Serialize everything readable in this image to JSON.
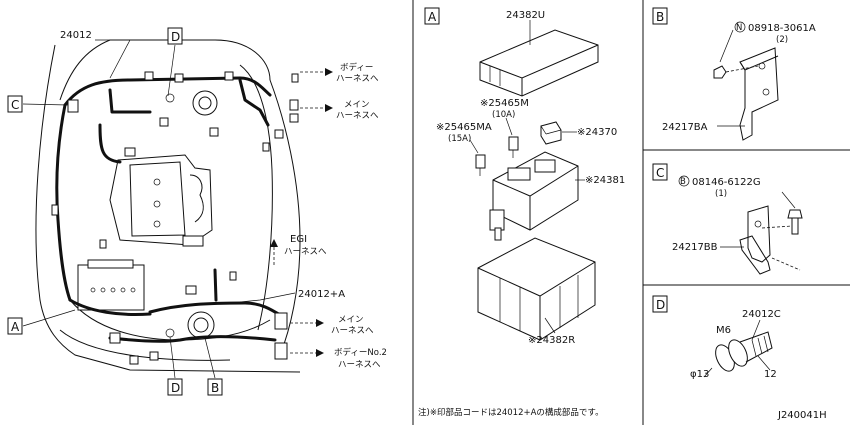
{
  "diagram": {
    "main": {
      "part_number": "24012",
      "part_number_2": "24012+A",
      "callouts": {
        "A": "A",
        "B": "B",
        "C": "C",
        "D": "D",
        "D2": "D"
      },
      "connections": {
        "body_top": "ボディー",
        "body_top_2": "ハーネスへ",
        "main_top": "メイン",
        "main_top_2": "ハーネスへ",
        "egi": "EGI",
        "egi_2": "ハーネスへ",
        "main_bottom": "メイン",
        "main_bottom_2": "ハーネスへ",
        "body_no2": "ボディーNo.2",
        "body_no2_2": "ハーネスへ"
      }
    },
    "panel_a": {
      "tag": "A",
      "parts": {
        "cover": "24382U",
        "fuse_10a": "※25465M",
        "fuse_10a_rating": "(10A)",
        "fuse_15a": "※25465MA",
        "fuse_15a_rating": "(15A)",
        "relay": "※24370",
        "fuse_block": "※24381",
        "bracket": "※24382R"
      },
      "note": "注)※印部品コードは24012+Aの構成部品です。"
    },
    "panel_b": {
      "tag": "B",
      "nut_symbol": "N",
      "nut_part": "08918-3061A",
      "nut_qty": "(2)",
      "bracket": "24217BA"
    },
    "panel_c": {
      "tag": "C",
      "bolt_symbol": "B",
      "bolt_part": "08146-6122G",
      "bolt_qty": "(1)",
      "bracket": "24217BB"
    },
    "panel_d": {
      "tag": "D",
      "clip": "24012C",
      "thread": "M6",
      "diameter": "φ13",
      "length": "12"
    },
    "drawing_id": "J240041H"
  }
}
